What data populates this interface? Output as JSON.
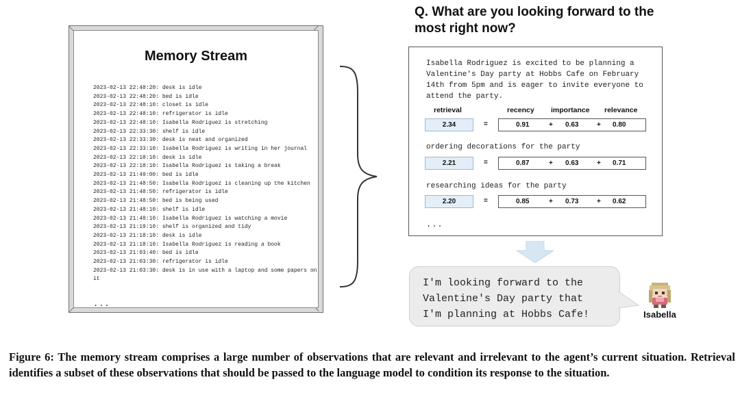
{
  "memory_stream": {
    "title": "Memory Stream",
    "entries": [
      "2023-02-13 22:48:20: desk is idle",
      "2023-02-13 22:48:20: bed is idle",
      "2023-02-13 22:48:10: closet is idle",
      "2023-02-13 22:48:10: refrigerator is idle",
      "2023-02-13 22:48:10: Isabella Rodriguez is stretching",
      "2023-02-13 22:33:30: shelf is idle",
      "2023-02-13 22:33:30: desk is neat and organized",
      "2023-02-13 22:33:10: Isabella Rodriguez is writing in her journal",
      "2023-02-13 22:18:10: desk is idle",
      "2023-02-13 22:18:10: Isabella Rodriguez is taking a break",
      "2023-02-13 21:49:00: bed is idle",
      "2023-02-13 21:48:50: Isabella Rodriguez is cleaning up the kitchen",
      "2023-02-13 21:48:50: refrigerator is idle",
      "2023-02-13 21:48:50: bed is being used",
      "2023-02-13 21:48:10: shelf is idle",
      "2023-02-13 21:48:10: Isabella Rodriguez is watching a movie",
      "2023-02-13 21:19:10: shelf is organized and tidy",
      "2023-02-13 21:18:10: desk is idle",
      "2023-02-13 21:18:10: Isabella Rodriguez is reading a book",
      "2023-02-13 21:03:40: bed is idle",
      "2023-02-13 21:03:30: refrigerator is idle",
      "2023-02-13 21:03:30: desk is in use with a laptop and some papers on it"
    ],
    "ellipsis": "..."
  },
  "question": "Q. What are you looking forward to the most right now?",
  "retrieval": {
    "headers": {
      "retrieval": "retrieval",
      "recency": "recency",
      "importance": "importance",
      "relevance": "relevance"
    },
    "equals": "=",
    "plus": "+",
    "memories": [
      {
        "text": "Isabella Rodriguez is excited to be planning a Valentine's Day party at Hobbs Cafe on February 14th from 5pm and is eager to invite everyone to attend the party.",
        "retrieval": "2.34",
        "recency": "0.91",
        "importance": "0.63",
        "relevance": "0.80"
      },
      {
        "text": "ordering decorations for the party",
        "retrieval": "2.21",
        "recency": "0.87",
        "importance": "0.63",
        "relevance": "0.71"
      },
      {
        "text": "researching ideas for the party",
        "retrieval": "2.20",
        "recency": "0.85",
        "importance": "0.73",
        "relevance": "0.62"
      }
    ],
    "ellipsis": "..."
  },
  "answer": "I'm looking forward to the\nValentine's Day party that\nI'm planning at Hobbs Cafe!",
  "agent_name": "Isabella",
  "caption": "Figure 6: The memory stream comprises a large number of observations that are relevant and irrelevant to the agent’s current situation. Retrieval identifies a subset of these observations that should be passed to the language model to condition its response to the situation.",
  "colors": {
    "score_fill": "#e3eef8",
    "arrow_fill": "#d6e6f3",
    "bubble_fill": "#ececec"
  }
}
